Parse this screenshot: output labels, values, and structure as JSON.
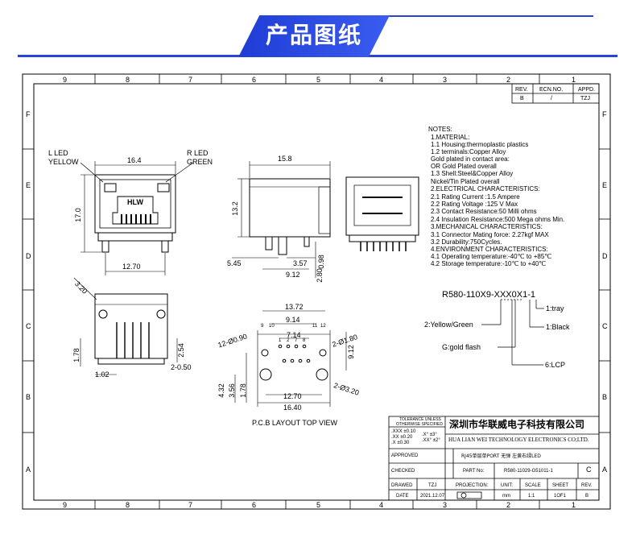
{
  "header": {
    "title": "产品图纸"
  },
  "frame": {
    "columns": [
      "9",
      "8",
      "7",
      "6",
      "5",
      "4",
      "3",
      "2",
      "1"
    ],
    "rows": [
      "F",
      "E",
      "D",
      "C",
      "B",
      "A"
    ]
  },
  "revision": {
    "rev_h": "REV.",
    "ecn_h": "ECN.NO.",
    "appd_h": "APPD.",
    "rev": "B",
    "ecn": "/",
    "appd": "TZJ"
  },
  "front": {
    "l_led": "L  LED",
    "l_color": "YELLOW",
    "r_led": "R  LED",
    "r_color": "GREEN",
    "width": "16.4",
    "height": "17.0",
    "pitch": "12.70",
    "logo": "HLW"
  },
  "side": {
    "width": "15.8",
    "height": "13.2",
    "d545": "5.45",
    "d357": "3.57",
    "d912": "9.12",
    "d098": "0.98",
    "d280": "2.80"
  },
  "bottom": {
    "d320": "3.20",
    "d178": "1.78",
    "d254": "2.54",
    "d102": "1.02",
    "d050": "2-0.50"
  },
  "pcb": {
    "d1372": "13.72",
    "d914": "9.14",
    "d714": "7.14",
    "d1270": "12.70",
    "d1640": "16.40",
    "holes": "12-Ø0.90",
    "ledholes": "2-Ø1.80",
    "mount": "2-Ø3.20",
    "d912": "9.12",
    "d432": "4.32",
    "d356": "3.56",
    "d178": "1.78",
    "pins": [
      "1",
      "2",
      "7",
      "8",
      "9",
      "10",
      "11",
      "12"
    ],
    "caption": "P.C.B LAYOUT TOP VIEW"
  },
  "notes": [
    "NOTES:",
    "1.MATERIAL:",
    "  1.1 Housing:thermoplastic plastics",
    "  1.2 terminals:Copper Alloy",
    "       Gold plated in contact area:",
    "       OR Gold   Plated overall",
    "  1.3 Shell:Steel&Copper Alloy",
    "       Nickel/Tin Plated overall",
    "2.ELECTRICAL CHARACTERISTICS:",
    "  2.1 Rating Current :1.5 Ampere",
    "  2.2 Rating Voltage :125 V Max",
    "  2.3 Contact Resistance:50 Milli ohms",
    "  2.4 Insulation Resistance:500 Mega ohms Min.",
    "3.MECHANICAL CHARACTERISTICS:",
    "  3.1 Connector Mating force: 2.27kgf MAX",
    "  3.2 Durability:750Cycles.",
    "4.ENVIRONMENT CHARACTERISTICS:",
    "  4.1 Operating temperature:-40℃ to +85℃",
    "  4.2 Storage temperature:-10℃ to +40℃"
  ],
  "part_code": {
    "code": "R580-110X9-XXX0X1-1",
    "tray": "1:tray",
    "black": "1:Black",
    "yg": "2:Yellow/Green",
    "gold": "G:gold flash",
    "lcp": "6:LCP"
  },
  "title_block": {
    "tol_h1": "TOLERANCE UNLESS",
    "tol_h2": "OTHERWISE SPECIFIED",
    "tol1": ".XXX ±0.10",
    "tol2": ".XX  ±0.20",
    "tol3": ".X   ±0.30",
    "ang1": ".X°  ±3°",
    "ang2": ".XX° ±2°",
    "company_cn": "深圳市华联威电子科技有限公司",
    "company_en": "HUA LIAN WEI TECHNOLOGY ELECTRONICS CO;LTD.",
    "approved": "APPROVED",
    "desc": "RJ45单层单PORT  无弹  左黄右绿LED",
    "checked": "CHECKED",
    "part_no_h": "PART No:",
    "part_no": "R580-11029-G51011-1",
    "size": "C",
    "drawn": "DRAWED",
    "drawn_by": "TZJ",
    "projection": "PROJECTION:",
    "unit_h": "UNIT:",
    "scale_h": "SCALE",
    "sheet_h": "SHEET",
    "rev_h": "REV.",
    "date_h": "DATE",
    "date": "2021.12.07",
    "unit": "mm",
    "scale": "1:1",
    "sheet": "1OF1",
    "rev": "B"
  }
}
